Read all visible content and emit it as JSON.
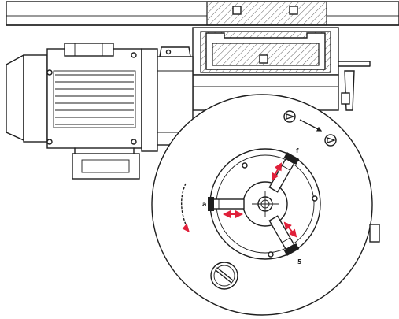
{
  "diagram": {
    "labels": {
      "jaw_left": "a",
      "jaw_top": "f",
      "jaw_bottom": "5"
    },
    "colors": {
      "ink": "#1e1e1e",
      "arrow": "#e0203a",
      "background": "#ffffff"
    },
    "icons": [
      "motor-icon",
      "gearbox-icon",
      "chuck-icon",
      "rotation-arrow-icon",
      "screw-icon"
    ]
  }
}
